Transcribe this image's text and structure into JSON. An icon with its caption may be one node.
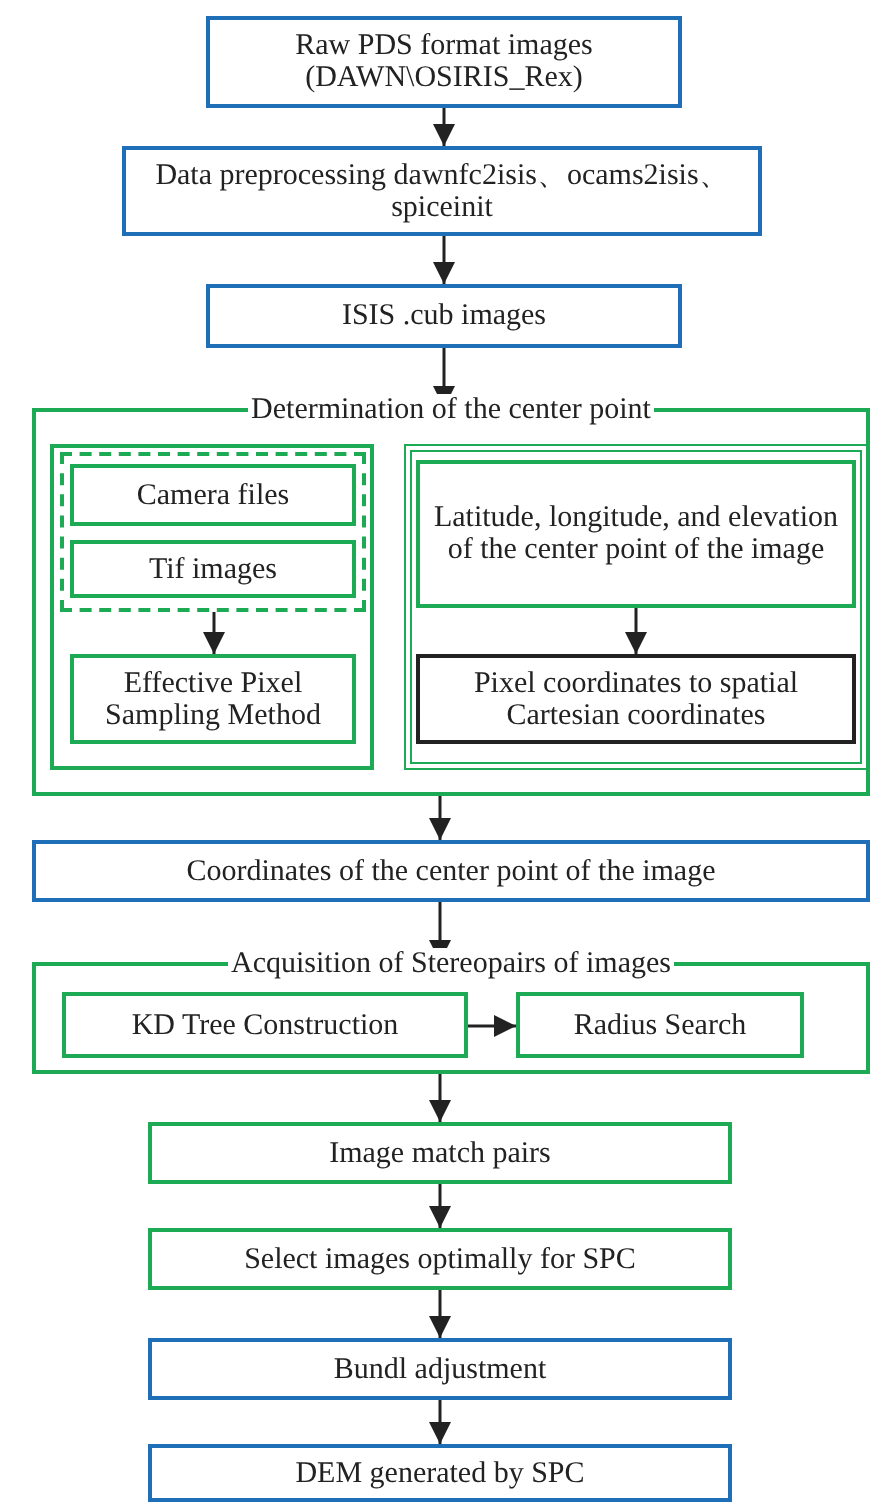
{
  "diagram": {
    "nodes": [
      {
        "text": [
          "Raw PDS format images (DAWN\\OSIRIS_Rex)"
        ]
      },
      {
        "text": [
          "Data preprocessing dawnfc2isis、ocams2isis、spiceinit"
        ]
      },
      {
        "text": [
          "ISIS .cub images"
        ]
      },
      {
        "text": [
          "Determination of the center point"
        ]
      },
      {
        "text": [],
        "shape": "box",
        "in": 3
      },
      {
        "text": [],
        "shape": "box",
        "in": 4
      },
      {
        "text": [
          "Camera files"
        ],
        "in": 5
      },
      {
        "text": [
          "Tif images"
        ],
        "in": 5
      },
      {
        "text": [
          "Effective Pixel Sampling Method"
        ],
        "in": 4
      },
      {
        "text": [],
        "shape": "box",
        "in": 3
      },
      {
        "text": [
          "Latitude, longitude, and elevation of the center point of the image"
        ],
        "in": 9
      },
      {
        "text": [
          "Pixel coordinates to spatial Cartesian coordinates"
        ],
        "in": 9
      },
      {
        "text": [
          "Coordinates of the center point of the image"
        ]
      },
      {
        "text": [
          "Acquisition of Stereopairs of images"
        ]
      },
      {
        "text": [
          "KD Tree Construction"
        ],
        "in": 13
      },
      {
        "text": [
          "Radius Search"
        ],
        "in": 13
      },
      {
        "text": [
          "Image match pairs"
        ]
      },
      {
        "text": [
          "Select images optimally for SPC"
        ]
      },
      {
        "text": [
          "Bundl adjustment"
        ]
      },
      {
        "text": [
          "DEM generated by SPC"
        ]
      }
    ],
    "edges": [
      {
        "from": 0,
        "to": 1,
        "arrow": "to"
      },
      {
        "from": 1,
        "to": 2,
        "arrow": "to"
      },
      {
        "from": 2,
        "to": 3,
        "arrow": "to"
      },
      {
        "from": 5,
        "to": 8,
        "arrow": "to"
      },
      {
        "from": 10,
        "to": 11,
        "arrow": "to"
      },
      {
        "from": 3,
        "to": 12,
        "arrow": "to"
      },
      {
        "from": 12,
        "to": 13,
        "arrow": "to"
      },
      {
        "from": 14,
        "to": 15,
        "arrow": "to"
      },
      {
        "from": 13,
        "to": 16,
        "arrow": "to"
      },
      {
        "from": 16,
        "to": 17,
        "arrow": "to"
      },
      {
        "from": 17,
        "to": 18,
        "arrow": "to"
      },
      {
        "from": 18,
        "to": 19,
        "arrow": "to"
      }
    ]
  }
}
